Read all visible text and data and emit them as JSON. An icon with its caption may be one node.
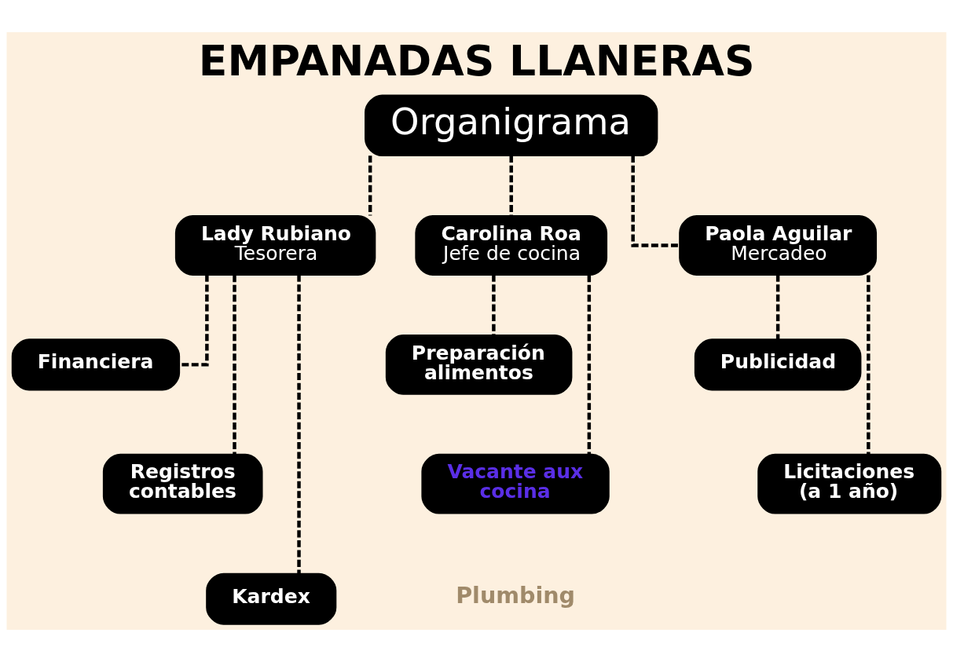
{
  "diagram": {
    "title": "EMPANADAS LLANERAS",
    "nodes": [
      {
        "text": [
          "Organigrama"
        ]
      },
      {
        "text": [
          "Lady Rubiano",
          "Tesorera"
        ]
      },
      {
        "text": [
          "Carolina Roa",
          "Jefe de cocina"
        ]
      },
      {
        "text": [
          "Paola Aguilar",
          "Mercadeo"
        ]
      },
      {
        "text": [
          "Financiera"
        ]
      },
      {
        "text": [
          "Registros contables"
        ]
      },
      {
        "text": [
          "Kardex"
        ]
      },
      {
        "text": [
          "Preparación alimentos"
        ]
      },
      {
        "text": [
          "Vacante aux cocina"
        ]
      },
      {
        "text": [
          "Publicidad"
        ]
      },
      {
        "text": [
          "Licitaciones (a 1 año)"
        ]
      }
    ],
    "edges": [
      {
        "from": 0,
        "to": 1,
        "arrow": "none",
        "style": "dashed"
      },
      {
        "from": 0,
        "to": 2,
        "arrow": "none",
        "style": "dashed"
      },
      {
        "from": 0,
        "to": 3,
        "arrow": "none",
        "style": "dashed"
      },
      {
        "from": 1,
        "to": 4,
        "arrow": "none",
        "style": "dashed"
      },
      {
        "from": 1,
        "to": 5,
        "arrow": "none",
        "style": "dashed"
      },
      {
        "from": 1,
        "to": 6,
        "arrow": "none",
        "style": "dashed"
      },
      {
        "from": 2,
        "to": 7,
        "arrow": "none",
        "style": "dashed"
      },
      {
        "from": 2,
        "to": 8,
        "arrow": "none",
        "style": "dashed"
      },
      {
        "from": 3,
        "to": 9,
        "arrow": "none",
        "style": "dashed"
      },
      {
        "from": 3,
        "to": 10,
        "arrow": "none",
        "style": "dashed"
      }
    ],
    "labels": [
      "Plumbing"
    ]
  }
}
